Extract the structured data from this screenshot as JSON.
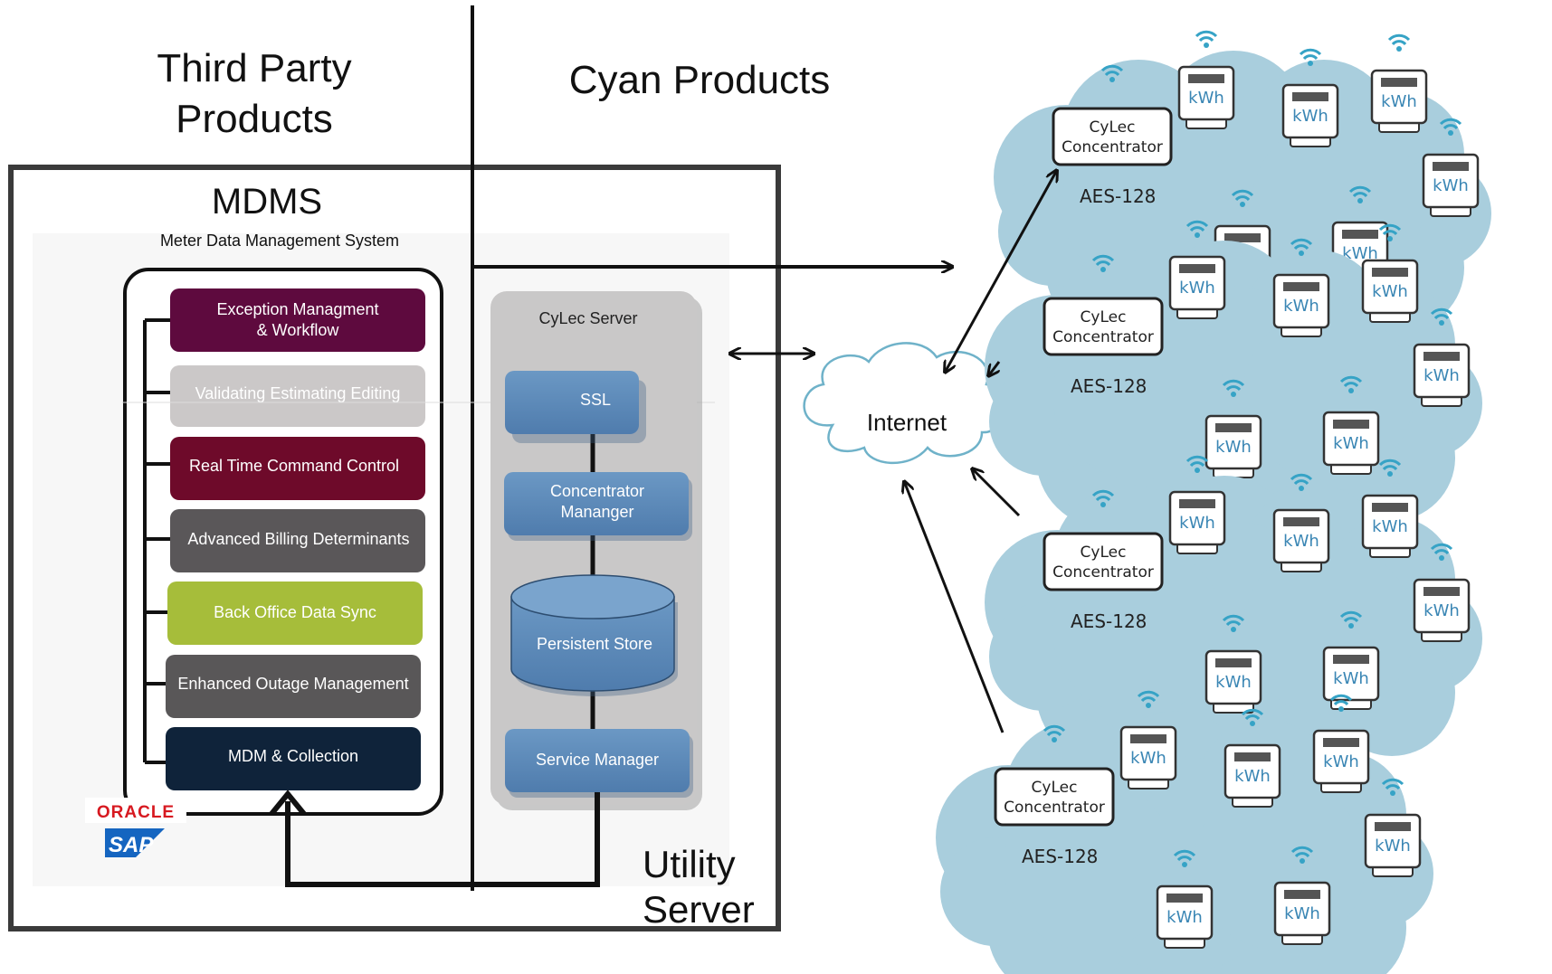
{
  "headers": {
    "third_party_line1": "Third Party",
    "third_party_line2": "Products",
    "cyan_products": "Cyan Products"
  },
  "mdms": {
    "title": "MDMS",
    "subtitle": "Meter Data Management System",
    "modules": [
      {
        "line1": "Exception Managment",
        "line2": "& Workflow",
        "color": "#5e0a3e"
      },
      {
        "line1": "Validating Estimating Editing",
        "line2": "",
        "color": "#cbc8c8"
      },
      {
        "line1": "Real Time Command Control",
        "line2": "",
        "color": "#6e0a2a"
      },
      {
        "line1": "Advanced Billing Determinants",
        "line2": "",
        "color": "#5a5759"
      },
      {
        "line1": "Back Office Data Sync",
        "line2": "",
        "color": "#a6bd3a"
      },
      {
        "line1": "Enhanced Outage Management",
        "line2": "",
        "color": "#595758"
      },
      {
        "line1": "MDM & Collection",
        "line2": "",
        "color": "#0f233a"
      }
    ],
    "vendor_logos": [
      "ORACLE",
      "SAP"
    ]
  },
  "server": {
    "title": "CyLec Server",
    "components": {
      "ssl": "SSL",
      "concentrator_line1": "Concentrator",
      "concentrator_line2": "Mananger",
      "store": "Persistent Store",
      "service": "Service Manager"
    },
    "utility_line1": "Utility",
    "utility_line2": "Server"
  },
  "internet": "Internet",
  "network": {
    "concentrator_line1": "CyLec",
    "concentrator_line2": "Concentrator",
    "encryption": "AES-128",
    "meter_label": "kWh",
    "cloud_color": "#a9cedd"
  }
}
